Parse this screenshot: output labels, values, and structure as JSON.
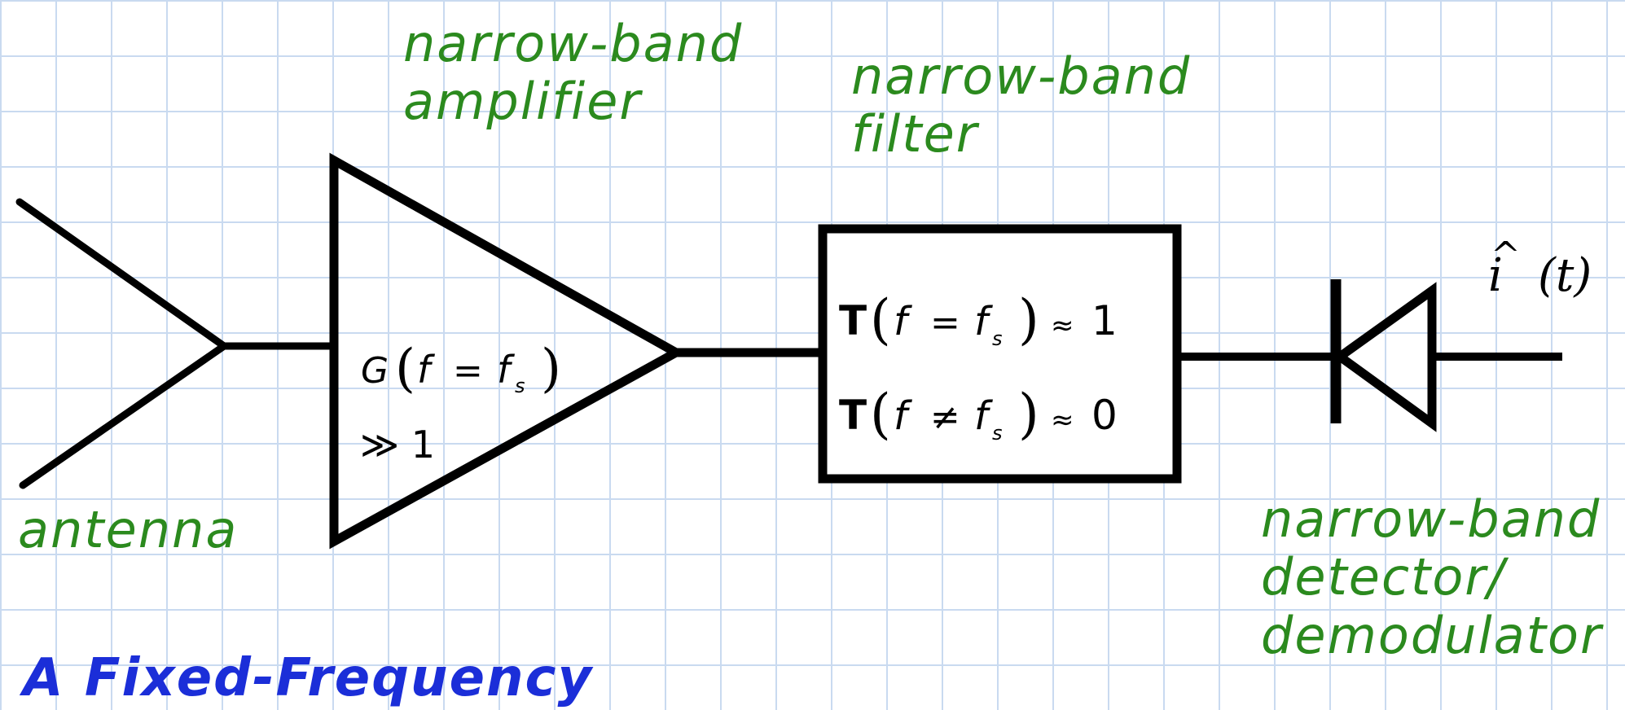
{
  "labels": {
    "amplifier": [
      "narrow-band",
      "amplifier"
    ],
    "filter": [
      "narrow-band",
      "filter"
    ],
    "antenna": "antenna",
    "detector": [
      "narrow-band",
      "detector/",
      "demodulator"
    ],
    "title": "A Fixed-Frequency"
  },
  "equations": {
    "amp_gain_lhs": "G",
    "amp_gain_f": "f",
    "amp_gain_eq": "=",
    "amp_gain_fs": "f",
    "amp_gain_sub": "s",
    "amp_gain_rhs": "≫ 1",
    "filter_pass_T": "T",
    "filter_pass_f": "f",
    "filter_pass_op": "=",
    "filter_pass_fs": "f",
    "filter_pass_sub": "s",
    "filter_pass_approx": "≈",
    "filter_pass_val": "1",
    "filter_stop_T": "T",
    "filter_stop_f": "f",
    "filter_stop_op": "≠",
    "filter_stop_fs": "f",
    "filter_stop_sub": "s",
    "filter_stop_approx": "≈",
    "filter_stop_val": "0",
    "output_signal": "i",
    "output_hat": "^",
    "output_arg": "(t)"
  },
  "colors": {
    "label_green": "#2b8a1e",
    "title_blue": "#1b2ed8",
    "grid": "#c9daf0",
    "stroke": "#000000"
  }
}
